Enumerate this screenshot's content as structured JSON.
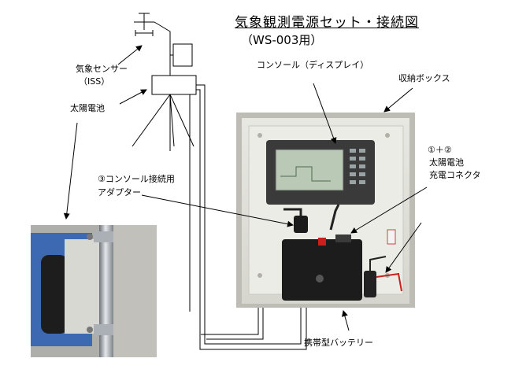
{
  "title": "気象観測電源セット・接続図",
  "subtitle": "（WS-003用）",
  "labels": {
    "sensor": "気象センサー",
    "iss": "（ISS）",
    "solar_panel": "太陽電池",
    "console": "コンソール（ディスプレイ）",
    "storage_box": "収納ボックス",
    "charge_connector_num": "①＋②",
    "charge_connector_line1": "太陽電池",
    "charge_connector_line2": "充電コネクタ",
    "adapter_line1": "③コンソール接続用",
    "adapter_line2": "アダプター",
    "battery": "携帯型バッテリー"
  },
  "colors": {
    "line": "#000000",
    "box_frame": "#dcdcd6",
    "box_back": "#ecece6",
    "console_body": "#3a3a3a",
    "console_screen": "#b9c9b5",
    "battery": "#1c1c1c",
    "wire_red": "#c8201c",
    "photo_blue": "#3d69b3",
    "photo_pole": "#9ea3a8"
  }
}
